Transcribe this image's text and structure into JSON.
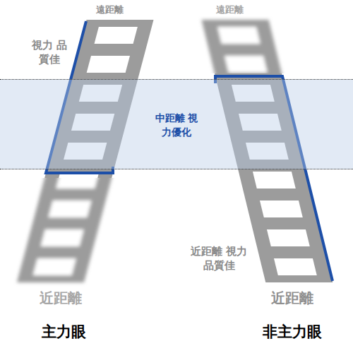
{
  "diagram": {
    "nodes": [
      {
        "text": [
          "中距離 視力優化"
        ]
      }
    ],
    "labels": [
      "遠距離",
      "遠距離",
      "視力 品質佳",
      "近距離 視力品質佳",
      "近距離",
      "近距離",
      "主力眼",
      "非主力眼"
    ]
  }
}
